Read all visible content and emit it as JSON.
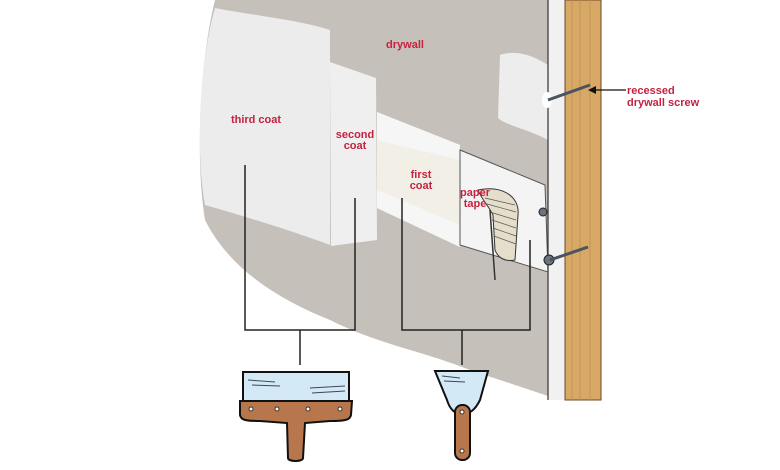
{
  "labels": {
    "drywall": "drywall",
    "third_coat": "third coat",
    "second_coat_1": "second",
    "second_coat_2": "coat",
    "first_coat_1": "first",
    "first_coat_2": "coat",
    "paper_tape_1": "paper",
    "paper_tape_2": "tape",
    "screw_1": "recessed",
    "screw_2": "drywall screw"
  },
  "colors": {
    "label": "#c4223f",
    "wall": "#c6c0bb",
    "compound": "#eeeeee",
    "stud": "#d8a866",
    "blade": "#d3e9f5",
    "handle": "#b8764d"
  }
}
